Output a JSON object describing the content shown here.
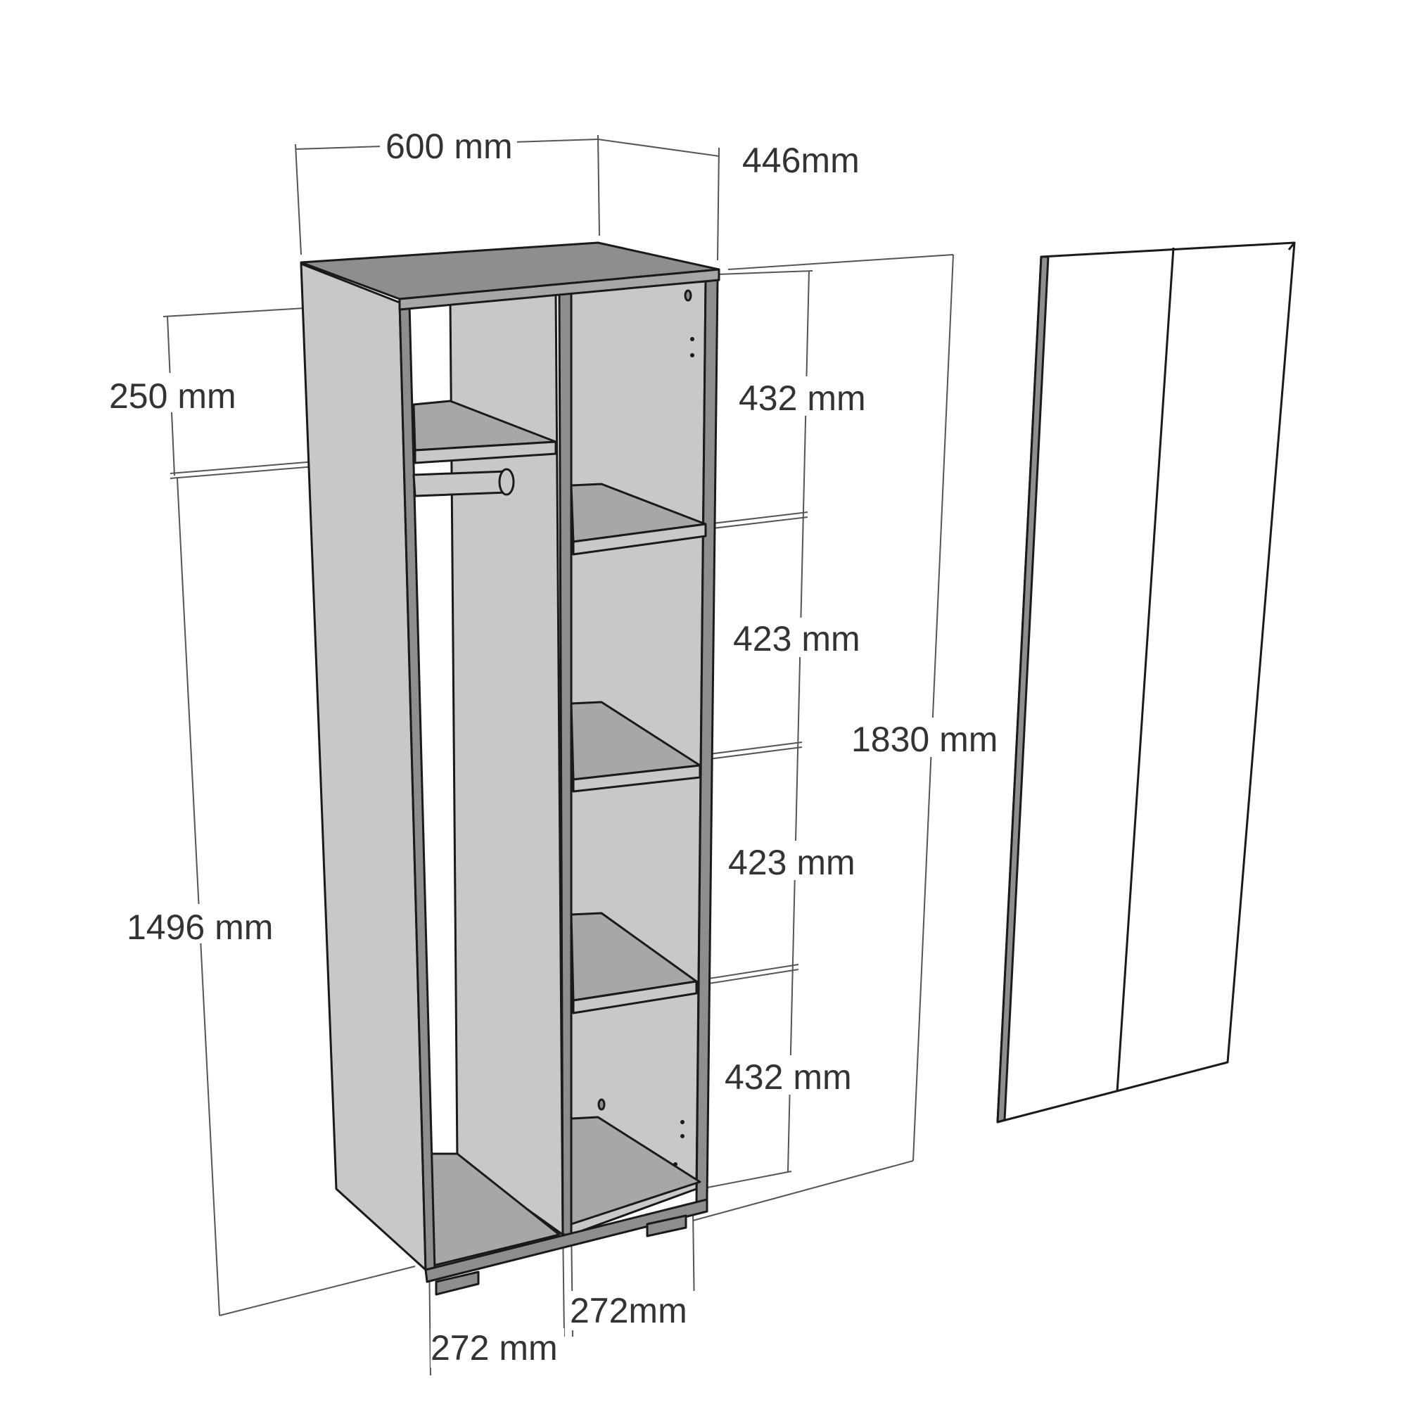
{
  "colors": {
    "background": "#ffffff",
    "panel_light": "#c8c8c8",
    "panel_mid": "#a7a7a7",
    "panel_dark": "#8e8e8e",
    "outline": "#1a1a1a",
    "dimension_line": "#555555",
    "label_text": "#333333",
    "door": "#ffffff"
  },
  "dimensions": {
    "width": "600 mm",
    "depth": "446mm",
    "top_compartment": "250 mm",
    "hanging_height": "1496 mm",
    "total_height": "1830 mm",
    "shelf_1": "432 mm",
    "shelf_2": "423 mm",
    "shelf_3": "423 mm",
    "shelf_4": "432 mm",
    "right_width": "272mm",
    "left_width": "272 mm"
  }
}
